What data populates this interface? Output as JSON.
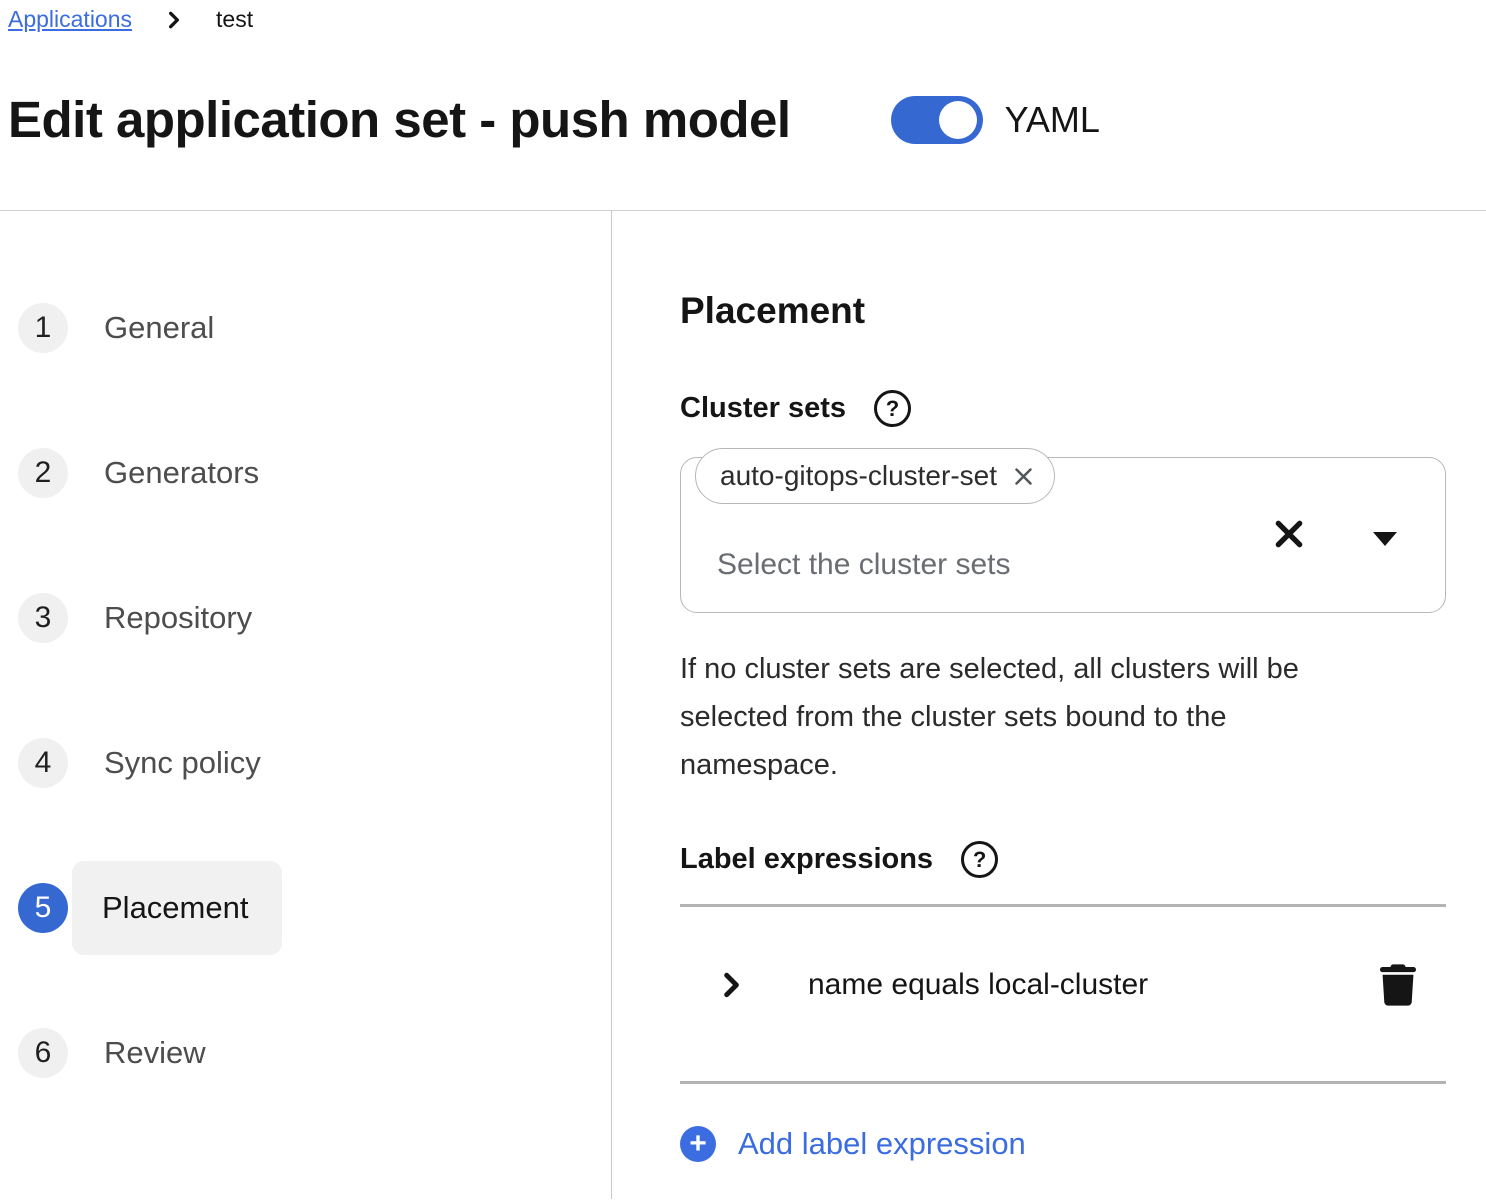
{
  "breadcrumb": {
    "link": "Applications",
    "current": "test"
  },
  "header": {
    "title": "Edit application set - push model",
    "toggle_label": "YAML",
    "toggle_state": "on"
  },
  "steps": [
    {
      "number": "1",
      "label": "General",
      "active": false
    },
    {
      "number": "2",
      "label": "Generators",
      "active": false
    },
    {
      "number": "3",
      "label": "Repository",
      "active": false
    },
    {
      "number": "4",
      "label": "Sync policy",
      "active": false
    },
    {
      "number": "5",
      "label": "Placement",
      "active": true
    },
    {
      "number": "6",
      "label": "Review",
      "active": false
    }
  ],
  "placement": {
    "heading": "Placement",
    "cluster_sets": {
      "label": "Cluster sets",
      "help_icon_glyph": "?",
      "selected_chip": "auto-gitops-cluster-set",
      "placeholder": "Select the cluster sets",
      "help_text_lines": [
        "If no cluster sets are selected, all clusters will be",
        "selected from the cluster sets bound to the",
        "namespace."
      ]
    },
    "label_expressions": {
      "label": "Label expressions",
      "help_icon_glyph": "?",
      "expression": "name equals local-cluster",
      "add_button": "Add label expression",
      "plus_icon_glyph": "+"
    }
  },
  "colors": {
    "primary_blue": "#3569d1",
    "link_blue": "#3b6de0",
    "step_circle_gray": "#f0f0f0"
  }
}
